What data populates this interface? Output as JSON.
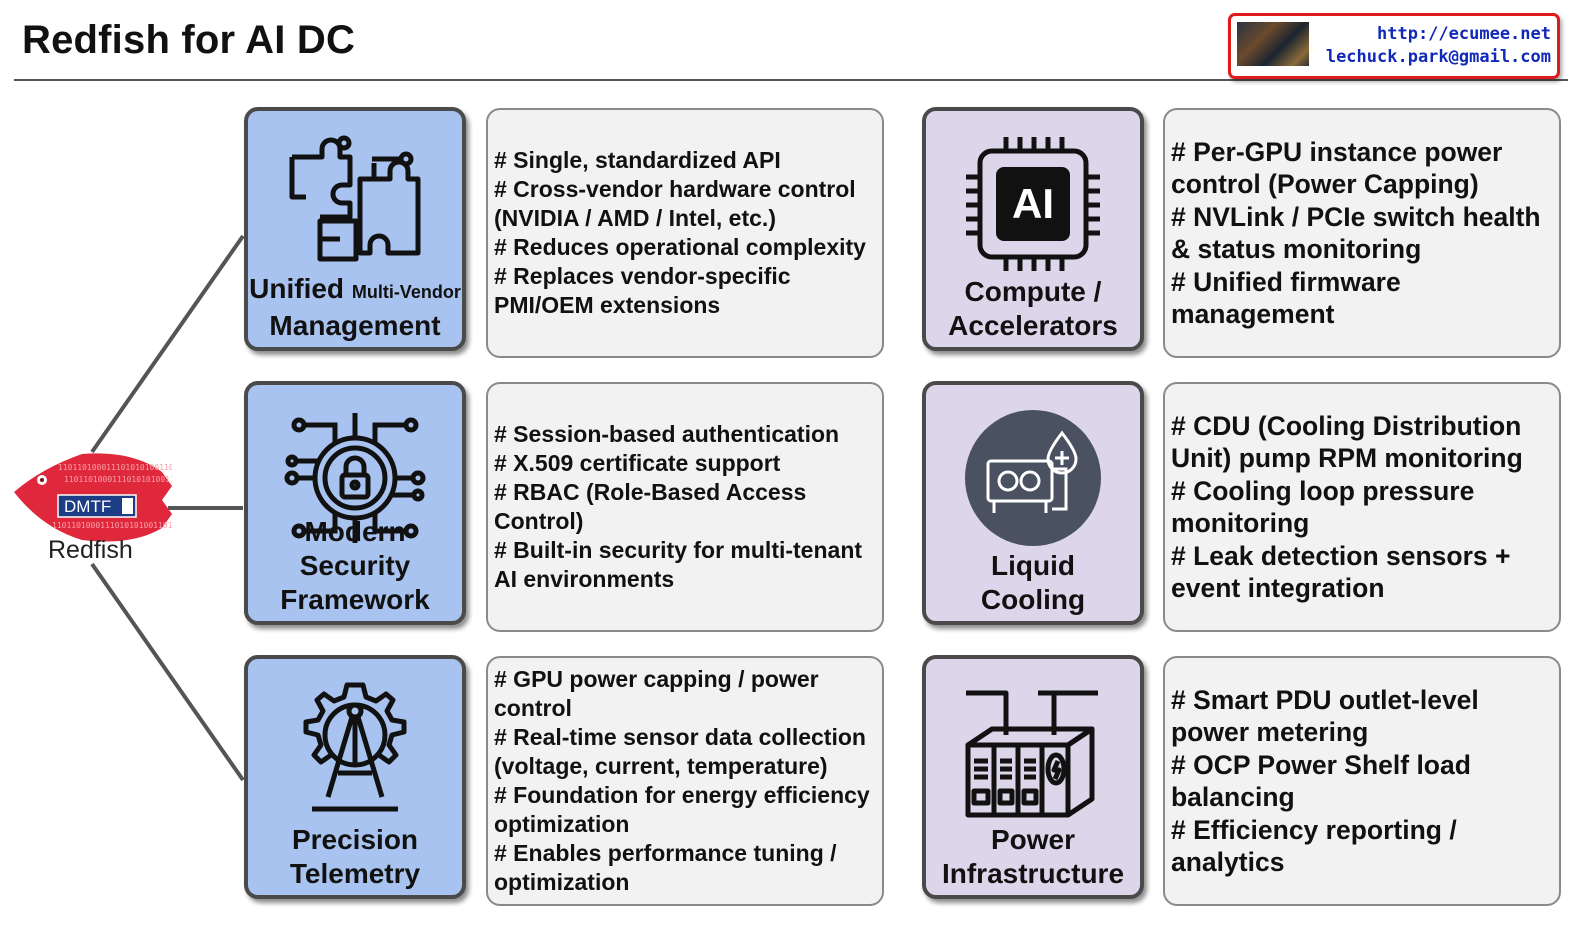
{
  "header": {
    "title": "Redfish for AI DC",
    "contact_url": "http://ecumee.net",
    "contact_email": "lechuck.park@gmail.com"
  },
  "logo": {
    "badge": "DMTF",
    "name": "Redfish",
    "binary": "1101101000111010101001101101"
  },
  "left_column": [
    {
      "label_main": "Unified",
      "label_small": "Multi-Vendor",
      "label_line2": "Management",
      "icon": "puzzle-circuit-icon",
      "items": [
        "# Single, standardized API",
        "# Cross-vendor hardware control (NVIDIA / AMD / Intel, etc.)",
        "# Reduces operational complexity",
        "# Replaces vendor-specific PMI/OEM extensions"
      ]
    },
    {
      "label_main": "Modern Security",
      "label_line2": "Framework",
      "icon": "lock-circuit-icon",
      "items": [
        "# Session-based authentication",
        "# X.509 certificate support",
        "# RBAC (Role-Based Access Control)",
        "# Built-in security for multi-tenant AI environments"
      ]
    },
    {
      "label_main": "Precision",
      "label_line2": "Telemetry",
      "icon": "gear-compass-icon",
      "items": [
        "# GPU power capping / power control",
        "# Real-time sensor data collection (voltage, current, temperature)",
        "# Foundation for energy efficiency optimization",
        "# Enables performance tuning / optimization"
      ]
    }
  ],
  "right_column": [
    {
      "label_main": "Compute /",
      "label_line2": "Accelerators",
      "icon": "ai-chip-icon",
      "chip_text": "AI",
      "items": [
        "# Per-GPU instance power control (Power Capping)",
        "# NVLink / PCIe switch health & status monitoring",
        "# Unified firmware management"
      ]
    },
    {
      "label_main": "Liquid",
      "label_line2": "Cooling",
      "icon": "liquid-cooling-icon",
      "items": [
        "# CDU (Cooling Distribution Unit) pump RPM monitoring",
        "# Cooling loop pressure monitoring",
        "# Leak detection sensors + event integration"
      ]
    },
    {
      "label_main": "Power",
      "label_line2": "Infrastructure",
      "icon": "power-rack-icon",
      "items": [
        "# Smart PDU outlet-level power metering",
        "# OCP Power Shelf load balancing",
        "# Efficiency reporting / analytics"
      ]
    }
  ],
  "colors": {
    "left_box": "#a9c3f0",
    "right_box": "#ddd6ea",
    "desc_box": "#f2f2f2",
    "contact_border": "#e01a1a",
    "contact_text": "#1029b8",
    "logo_red": "#e0283c",
    "logo_badge": "#1d3c86"
  }
}
